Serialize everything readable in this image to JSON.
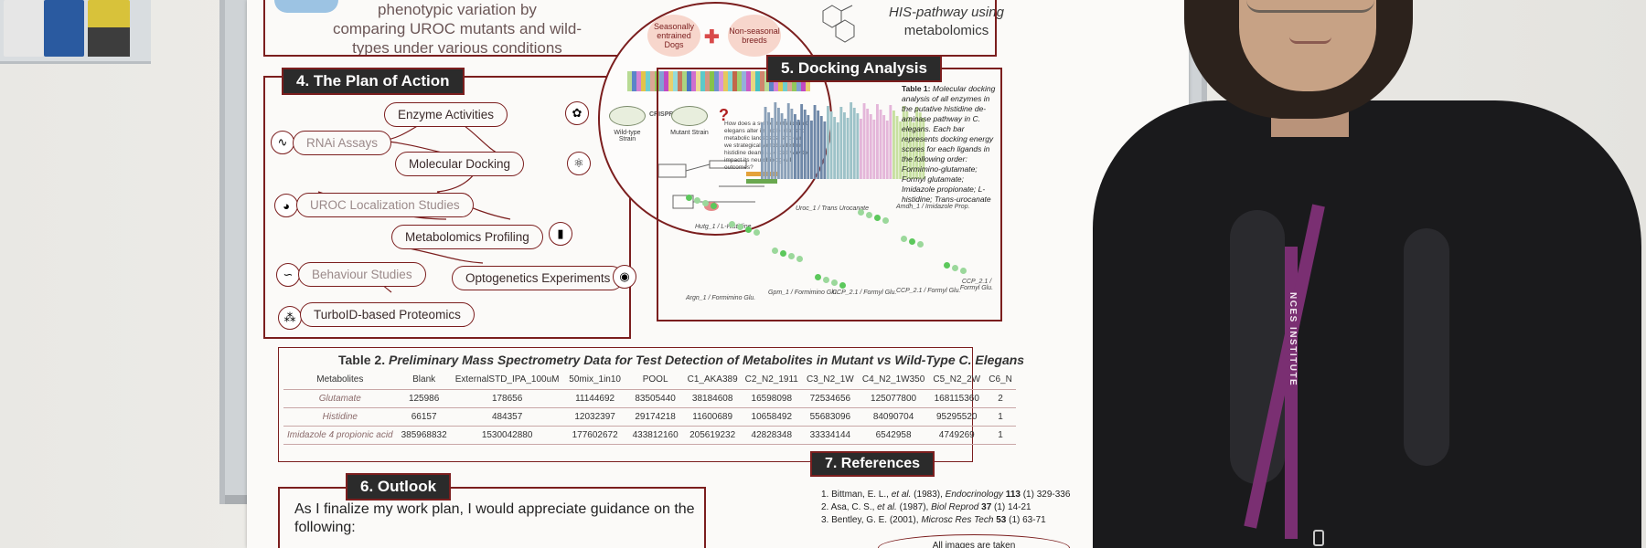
{
  "intro": {
    "lines": [
      "phenotypic variation by",
      "comparing UROC mutants and wild-",
      "types under various conditions"
    ]
  },
  "his_text": {
    "pathway": "HIS-pathway using",
    "method": "metabolomics"
  },
  "plan": {
    "title": "4. The Plan of Action",
    "items": [
      "Enzyme Activities",
      "RNAi Assays",
      "Molecular Docking",
      "UROC Localization Studies",
      "Metabolomics Profiling",
      "Behaviour Studies",
      "Optogenetics Experiments",
      "TurboID-based Proteomics"
    ]
  },
  "circle": {
    "bubble_left": "Seasonally entrained Dogs",
    "bubble_right": "Non-seasonal breeds",
    "left_strain": "Wild-type Strain",
    "right_strain": "Mutant Strain",
    "crispr": "CRISPR CAS-9",
    "question": "?",
    "note": "How does a subtle mutation in C. elegans alter its molecular and metabolic landscape, and can we strategically modulate the histidine deaminase pathway to impact its neurobiological outcomes?"
  },
  "docking": {
    "title": "5. Docking Analysis",
    "caption_table": "Table 1:",
    "caption": "Molecular docking analysis of all enzymes in the putative histidine de-aminase pathway in C. elegans. Each bar represents docking energy scores for each ligands in the following order: Formimino-glutamate; Formyl glutamate; Imidazole propionate; L-histidine; Trans-urocanate",
    "molecules": [
      "Hutg_1 / L-Histidine",
      "Uroc_1 / Trans Urocanate",
      "Amdh_1 / Imidazole Prop.",
      "Argn_1 / Formimino Glu.",
      "Gpm_1 / Formimino Glu.",
      "CCP_2.1 / Formyl Glu.",
      "CCP_2.1 / Formyl Glu.",
      "CCP_2.1 / Formyl Glu."
    ]
  },
  "table2": {
    "prefix": "Table 2.",
    "title": "Preliminary Mass Spectrometry Data for Test Detection of Metabolites in Mutant vs Wild-Type C. Elegans",
    "headers": [
      "Metabolites",
      "Blank",
      "ExternalSTD_IPA_100uM",
      "50mix_1in10",
      "POOL",
      "C1_AKA389",
      "C2_N2_1911",
      "C3_N2_1W",
      "C4_N2_1W350",
      "C5_N2_2W",
      "C6_N"
    ],
    "rows": [
      [
        "Glutamate",
        "125986",
        "178656",
        "11144692",
        "83505440",
        "38184608",
        "16598098",
        "72534656",
        "125077800",
        "168115360",
        "2"
      ],
      [
        "Histidine",
        "66157",
        "484357",
        "12032397",
        "29174218",
        "11600689",
        "10658492",
        "55683096",
        "84090704",
        "95295520",
        "1"
      ],
      [
        "Imidazole 4 propionic acid",
        "385968832",
        "1530042880",
        "177602672",
        "433812160",
        "205619232",
        "42828348",
        "33334144",
        "6542958",
        "4749269",
        "1"
      ]
    ]
  },
  "outlook": {
    "title": "6. Outlook",
    "text": "As I finalize my work plan, I would appreciate guidance on the following:"
  },
  "references": {
    "title": "7. References",
    "items": [
      {
        "n": "1.",
        "authors": "Bittman, E. L., ",
        "etal": "et al.",
        "year": " (1983), ",
        "journal": "Endocrinology",
        "vol": " 113",
        "rest": " (1) 329-336"
      },
      {
        "n": "2.",
        "authors": "Asa, C. S., ",
        "etal": "et al.",
        "year": " (1987), ",
        "journal": "Biol Reprod",
        "vol": " 37",
        "rest": " (1) 14-21"
      },
      {
        "n": "3.",
        "authors": "Bentley, G. E. (2001), ",
        "etal": "",
        "year": "",
        "journal": "Microsc Res Tech",
        "vol": " 53",
        "rest": " (1) 63-71"
      }
    ],
    "images_note": "All images are taken"
  },
  "lanyard": {
    "text": "NCES INSTITUTE"
  },
  "colors": {
    "accent": "#7b1e1e",
    "title_bg": "#2b2b2b",
    "lanyard": "#7a2f72",
    "shirt": "#1a1a1c"
  }
}
